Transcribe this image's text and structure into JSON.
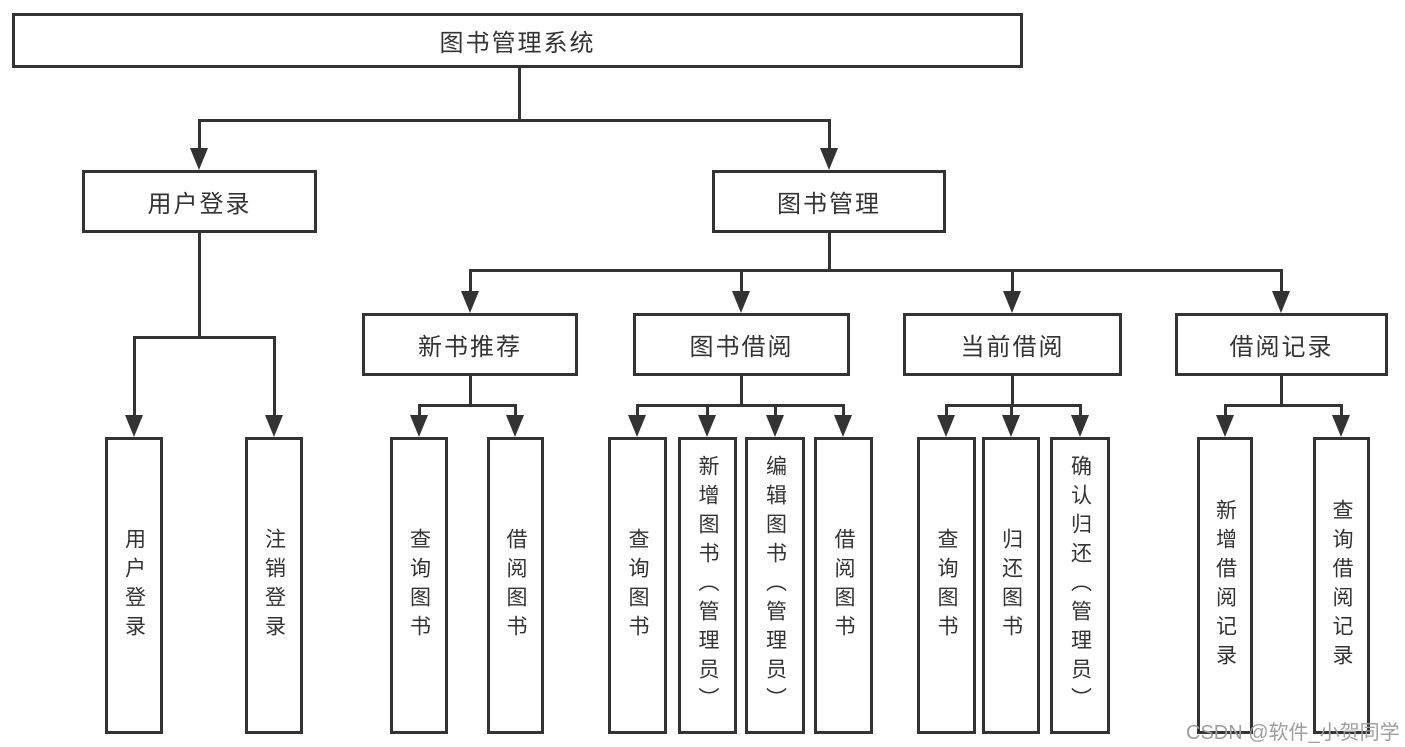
{
  "tree": {
    "label": "图书管理系统",
    "children": [
      {
        "label": "用户登录",
        "children": [
          {
            "label": "用户登录"
          },
          {
            "label": "注销登录"
          }
        ]
      },
      {
        "label": "图书管理",
        "children": [
          {
            "label": "新书推荐",
            "children": [
              {
                "label": "查询图书"
              },
              {
                "label": "借阅图书"
              }
            ]
          },
          {
            "label": "图书借阅",
            "children": [
              {
                "label": "查询图书"
              },
              {
                "label": "新增图书（管理员）"
              },
              {
                "label": "编辑图书（管理员）"
              },
              {
                "label": "借阅图书"
              }
            ]
          },
          {
            "label": "当前借阅",
            "children": [
              {
                "label": "查询图书"
              },
              {
                "label": "归还图书"
              },
              {
                "label": "确认归还（管理员）"
              }
            ]
          },
          {
            "label": "借阅记录",
            "children": [
              {
                "label": "新增借阅记录"
              },
              {
                "label": "查询借阅记录"
              }
            ]
          }
        ]
      }
    ]
  },
  "watermark": {
    "text": "CSDN @软件_小贺同学",
    "color": "#9e9e9e"
  },
  "style": {
    "line_color": "#333333",
    "box_fill": "#ffffff",
    "text_color": "#333333",
    "background": "#ffffff"
  }
}
